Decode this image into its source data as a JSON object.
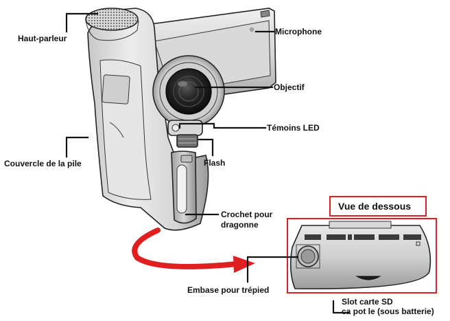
{
  "labels": {
    "speaker": "Haut-parleur",
    "microphone": "Microphone",
    "lens": "Objectif",
    "led": "Témoins LED",
    "flash": "Flash",
    "battery_cover": "Couvercle de la pile",
    "strap_hook_line1": "Crochet pour",
    "strap_hook_line2": "dragonne",
    "bottom_view": "Vue de dessous",
    "tripod": "Embase pour trépied",
    "sd_slot_line1": "Slot carte SD",
    "sd_slot_line2": "ca pot le (sous batterie)"
  },
  "colors": {
    "accent_red": "#e02020",
    "body_light": "#e2e2e2",
    "body_mid": "#bdbdbd",
    "body_dark": "#7d7d7d",
    "ink": "#111111"
  },
  "icons": {
    "arrow": "curved-red-arrow",
    "mic": "microphone-hole-icon"
  }
}
